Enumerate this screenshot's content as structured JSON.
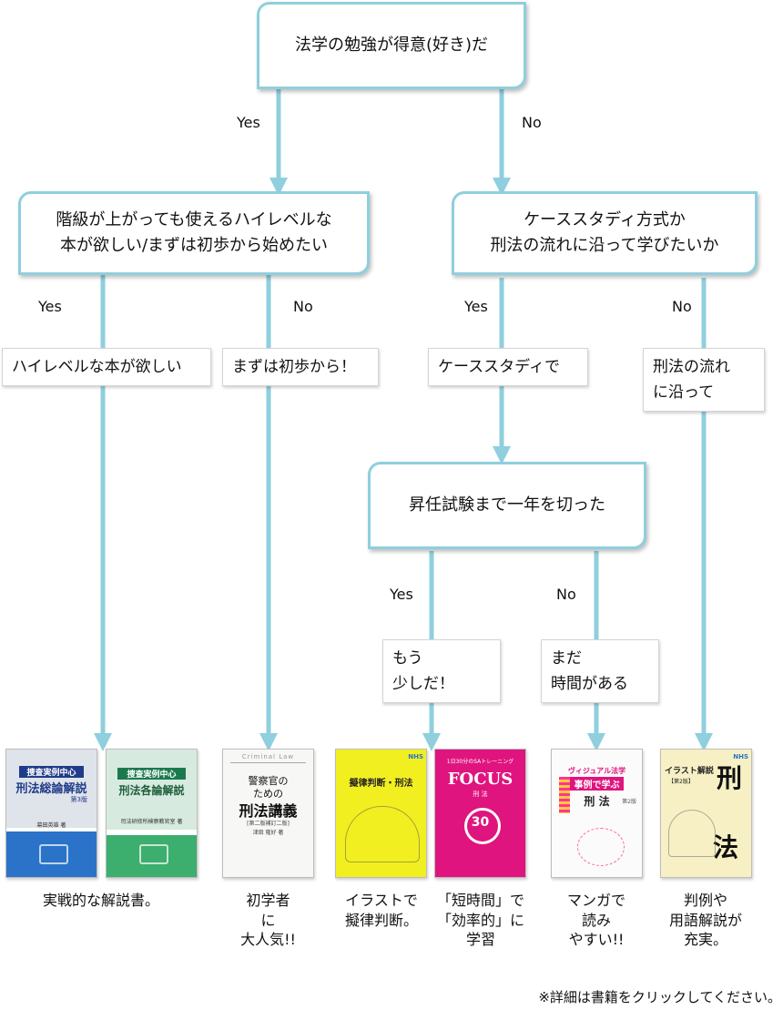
{
  "colors": {
    "line": "#8fcfde",
    "node_border": "#8fcfde",
    "yellow": "#f2ef20",
    "pink": "#e0147e",
    "blue": "#2a73c9",
    "green": "#3cae6e"
  },
  "root": {
    "question": "法学の勉強が得意(好き)だ"
  },
  "branch_labels": {
    "yes1": "Yes",
    "no1": "No",
    "yes2": "Yes",
    "no2": "No",
    "yes3": "Yes",
    "no3": "No",
    "yes4": "Yes",
    "no4": "No"
  },
  "q_level": {
    "line1": "階級が上がっても使えるハイレベルな",
    "line2": "本が欲しい/まずは初歩から始めたい"
  },
  "q_method": {
    "line1": "ケーススタディ方式か",
    "line2": "刑法の流れに沿って学びたいか"
  },
  "q_exam": {
    "text": "昇任試験まで一年を切った"
  },
  "answers": {
    "high_level": "ハイレベルな本が欲しい",
    "basics": "まずは初歩から！",
    "case_study": "ケーススタディで",
    "flow_1": "刑法の流れ",
    "flow_2": "に沿って",
    "soon_1": "もう",
    "soon_2": "少しだ！",
    "time_1": "まだ",
    "time_2": "時間がある"
  },
  "books": {
    "b1": {
      "top": "捜査実例中心",
      "title": "刑法総論解説",
      "edition": "第3版",
      "author": "幕田英雄 著"
    },
    "b2": {
      "top": "捜査実例中心",
      "title": "刑法各論解説",
      "author": "司法研修所検察教官室 著"
    },
    "b3": {
      "top": "Criminal Law",
      "title1": "警察官の",
      "title2": "ための",
      "title3": "刑法講義",
      "edition": "[第二版補訂二版]",
      "author": "津田 隆好 著"
    },
    "b4": {
      "top": "擬律判断・刑法",
      "badge": "NHS"
    },
    "b5": {
      "top": "1日30分のSAトレーニング",
      "title": "FOCUS",
      "sub": "刑 法",
      "num": "30"
    },
    "b6": {
      "top": "ヴィジュアル法学",
      "title": "事例で学ぶ",
      "main": "刑 法",
      "badge": "第2版"
    },
    "b7": {
      "top": "イラスト解説",
      "main1": "刑",
      "main2": "法",
      "badge": "NHS",
      "edition": "【第2版】"
    }
  },
  "captions": {
    "c1": "実戦的な解説書。",
    "c2": "初学者\nに\n大人気!!",
    "c3": "イラストで\n擬律判断。",
    "c4": "「短時間」で\n「効率的」に\n学習",
    "c5": "マンガで\n読み\nやすい!!",
    "c6": "判例や\n用語解説が\n充実。"
  },
  "footer": {
    "note": "※詳細は書籍をクリックしてください。"
  }
}
